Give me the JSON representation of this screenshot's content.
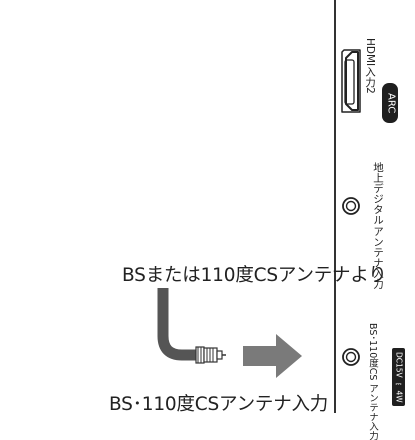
{
  "captions": {
    "source": "BSまたは110度CSアンテナより",
    "input": "BS･110度CSアンテナ入力"
  },
  "panel": {
    "hdmi_label": "HDMI入力2",
    "arc_badge": "ARC",
    "terrestrial_label_line1": "地上デジタル",
    "terrestrial_label_line2": "アンテナ入力",
    "bs_label": "BS･110度CS アンテナ入力",
    "power_badge": "DC15V ⎓ 4W"
  },
  "colors": {
    "cable": "#555555",
    "arrow": "#7a7a7a",
    "panel_line": "#333333",
    "badge_bg": "#1f1f1f"
  },
  "icons": {
    "hdmi_port": "hdmi-port-icon",
    "coax_port": "coax-port-icon",
    "f_connector": "f-connector-icon",
    "arrow": "arrow-right-icon"
  }
}
